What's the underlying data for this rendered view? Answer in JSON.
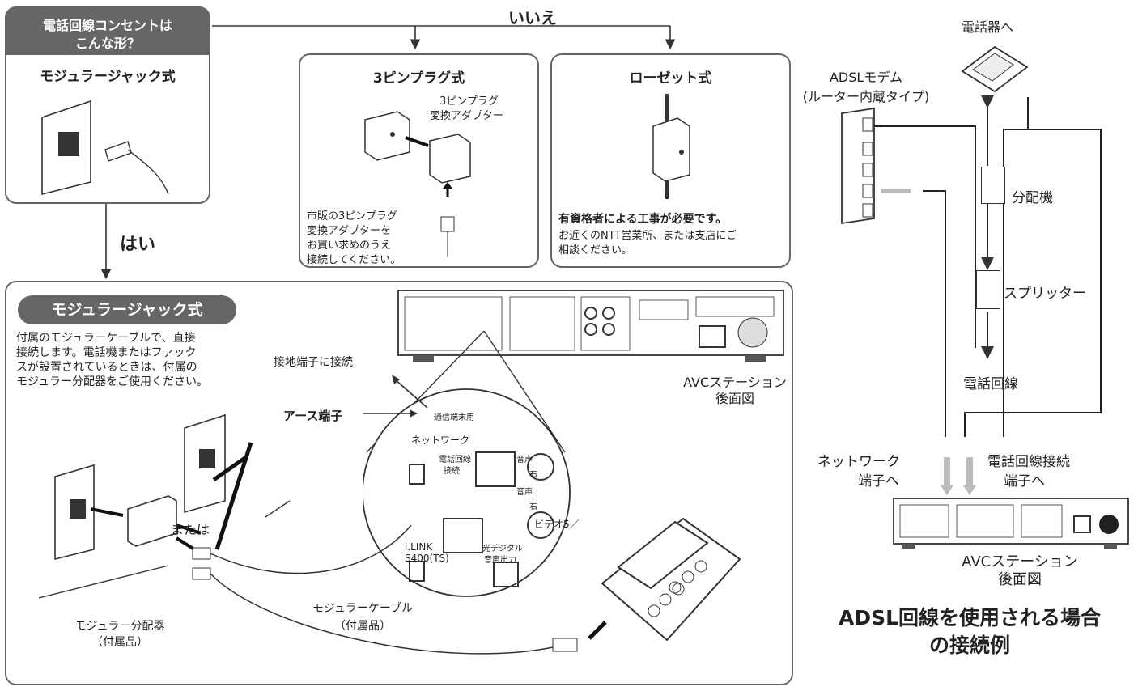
{
  "question": {
    "line1": "電話回線コンセントは",
    "line2": "こんな形？"
  },
  "modular_box": {
    "title": "モジュラージャック式"
  },
  "answer_no": "いいえ",
  "answer_yes": "はい",
  "pin3": {
    "title": "3ピンプラグ式",
    "adapter_l1": "3ピンプラグ",
    "adapter_l2": "変換アダプター",
    "note": [
      "市販の3ピンプラグ",
      "変換アダプターを",
      "お買い求めのうえ",
      "接続してください。"
    ]
  },
  "rosette": {
    "title": "ローゼット式",
    "note_bold": "有資格者による工事が必要です。",
    "note": [
      "お近くのNTT営業所、または支店にご",
      "相談ください。"
    ]
  },
  "main": {
    "badge": "モジュラージャック式",
    "desc": [
      "付属のモジュラーケーブルで、直接",
      "接続します。電話機またはファック",
      "スが設置されているときは、付属の",
      "モジュラー分配器をご使用ください。"
    ],
    "earth_conn": "接地端子に接続",
    "earth_term": "アース端子",
    "comm_label": "通信端末用",
    "avc_l1": "AVCステーション",
    "avc_l2": "後面図",
    "network": "ネットワーク",
    "tel_jack_l1": "電話回線",
    "tel_jack_l2": "接続",
    "audio": "音声",
    "right": "右",
    "video5": "ビデオ5／",
    "ilink_l1": "i.LINK",
    "ilink_l2": "S400(TS)",
    "optical_l1": "光デジタル",
    "optical_l2": "音声出力",
    "or": "または",
    "splitter_l1": "モジュラー分配器",
    "splitter_l2": "（付属品）",
    "cable_l1": "モジュラーケーブル",
    "cable_l2": "（付属品）"
  },
  "adsl": {
    "to_phone": "電話器へ",
    "modem_l1": "ADSLモデム",
    "modem_l2": "(ルーター内蔵タイプ)",
    "distributor": "分配機",
    "splitter": "スプリッター",
    "line": "電話回線",
    "net_l1": "ネットワーク",
    "net_l2": "端子へ",
    "tel_l1": "電話回線接続",
    "tel_l2": "端子へ",
    "avc_l1": "AVCステーション",
    "avc_l2": "後面図",
    "caption_l1": "ADSL回線を使用される場合",
    "caption_l2": "の接続例"
  },
  "colors": {
    "frame": "#666666",
    "arrow": "#1a1a1a",
    "grey_arrow": "#bbbbbb"
  }
}
